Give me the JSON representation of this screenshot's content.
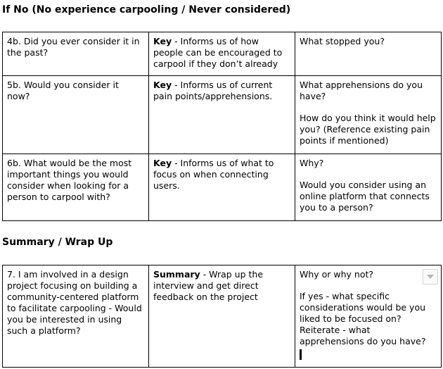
{
  "section1": {
    "heading": "If No (No experience carpooling / Never considered)",
    "rows": [
      {
        "question": "4b. Did you ever consider it in the past?",
        "key_label": "Key",
        "key_text": " - Informs us of how people can be encouraged to carpool if they don’t already",
        "followups": [
          "What stopped you?"
        ]
      },
      {
        "question": "5b. Would you consider it now?",
        "key_label": "Key",
        "key_text": " - Informs us of current pain points/apprehensions.",
        "followups": [
          "What apprehensions do you have?",
          "How do you think it would help you? (Reference existing pain points if mentioned)"
        ]
      },
      {
        "question": "6b. What would be the most important things you would consider when looking for a person to carpool with?",
        "key_label": "Key",
        "key_text": " - Informs us of what to focus on when connecting users.",
        "followups": [
          "Why?",
          "Would you consider using an online platform that connects you to a person?"
        ]
      }
    ]
  },
  "section2": {
    "heading": "Summary / Wrap Up",
    "rows": [
      {
        "question": "7. I am involved in a design project focusing on building a community-centered platform to facilitate carpooling - Would you be interested in using such a platform?",
        "key_label": "Summary",
        "key_text": " - Wrap up the interview and get direct feedback on the project",
        "followups": [
          "Why or why not?",
          "If yes - what specific considerations would be you liked to be focused on?",
          "Reiterate - what apprehensions do you have?"
        ]
      }
    ]
  },
  "icons": {
    "dropdown": "chevron-down-icon",
    "cursor": "text-cursor"
  }
}
